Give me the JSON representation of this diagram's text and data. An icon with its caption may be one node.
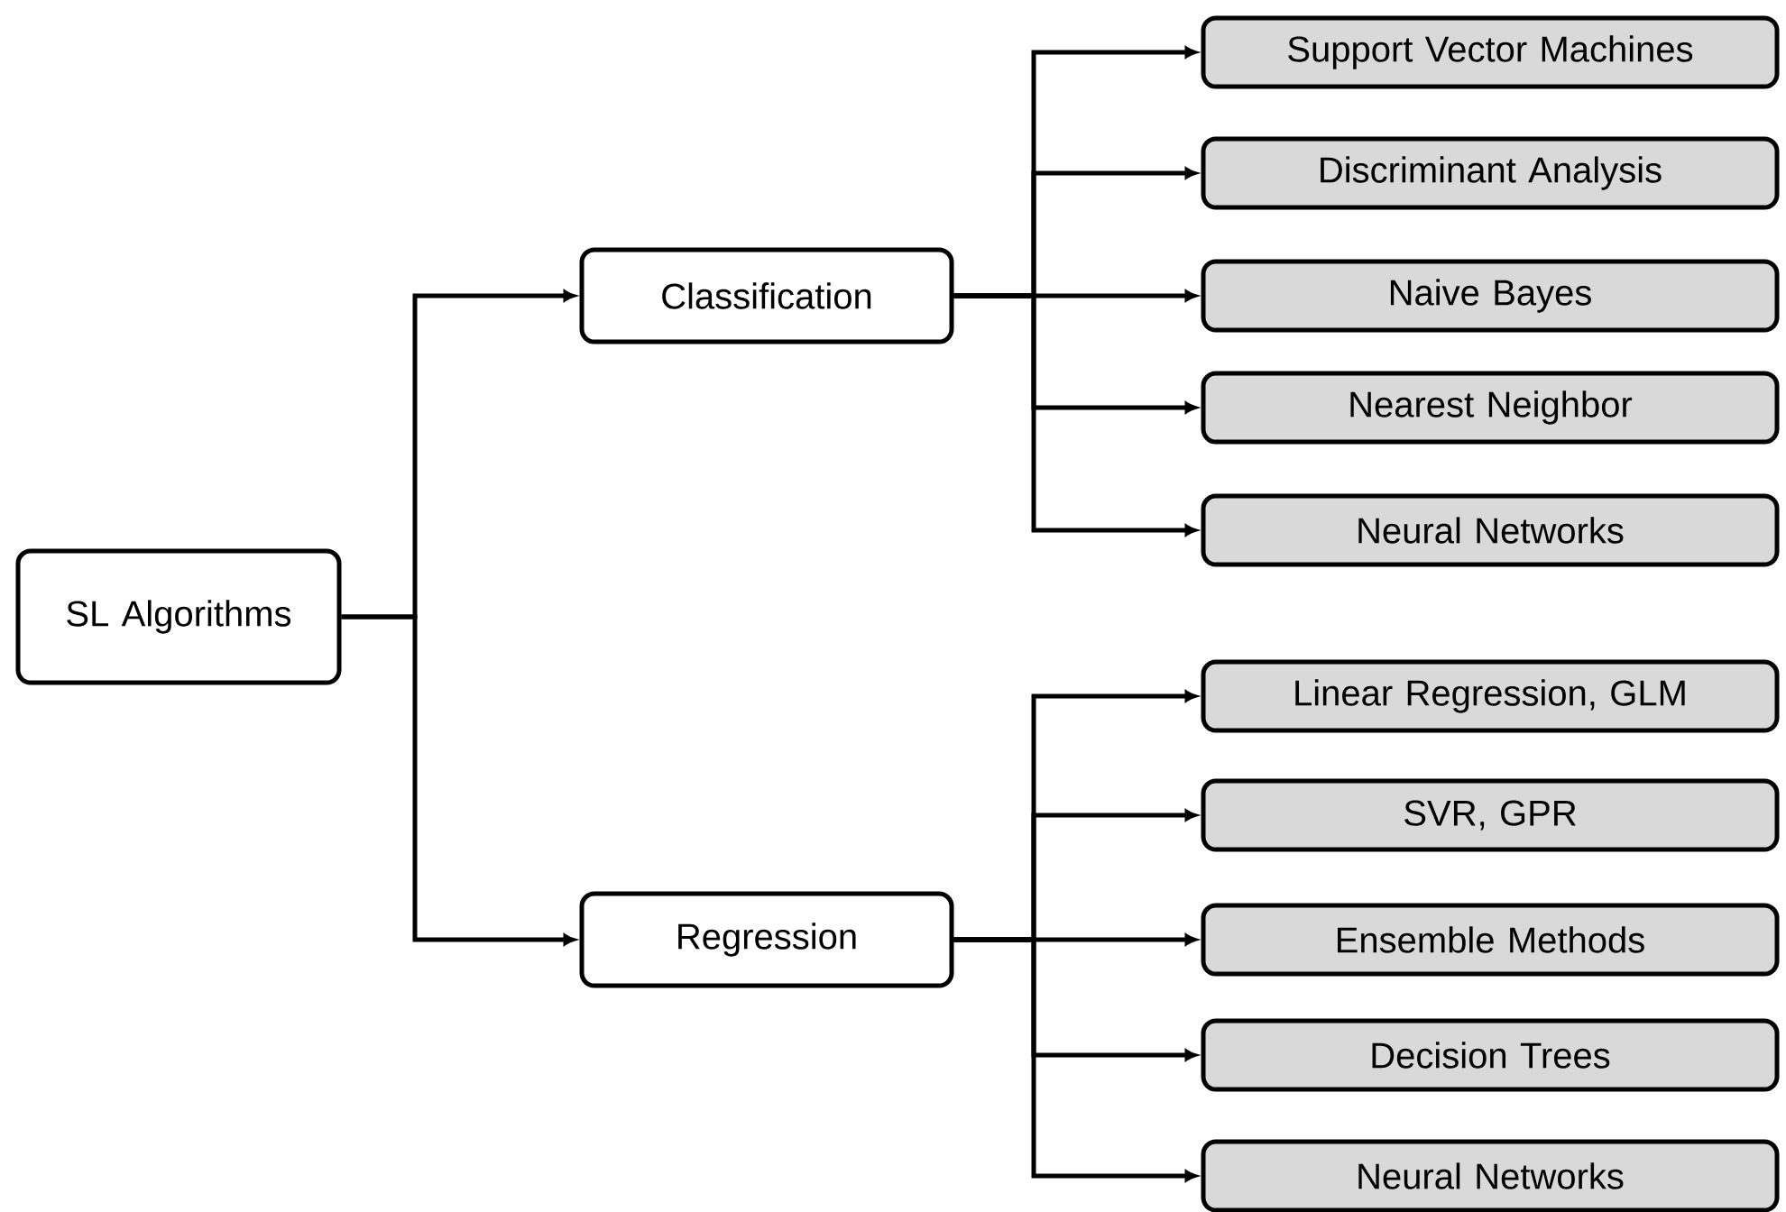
{
  "diagram": {
    "nodes": [
      {
        "text": [
          "SL Algorithms"
        ]
      },
      {
        "text": [
          "Classification"
        ]
      },
      {
        "text": [
          "Regression"
        ]
      },
      {
        "text": [
          "Support Vector Machines"
        ]
      },
      {
        "text": [
          "Discriminant Analysis"
        ]
      },
      {
        "text": [
          "Naive Bayes"
        ]
      },
      {
        "text": [
          "Nearest Neighbor"
        ]
      },
      {
        "text": [
          "Neural Networks"
        ]
      },
      {
        "text": [
          "Linear Regression, GLM"
        ]
      },
      {
        "text": [
          "SVR, GPR"
        ]
      },
      {
        "text": [
          "Ensemble Methods"
        ]
      },
      {
        "text": [
          "Decision Trees"
        ]
      },
      {
        "text": [
          "Neural Networks"
        ]
      }
    ],
    "edges": [
      {
        "from": 0,
        "to": 1,
        "arrow": "to"
      },
      {
        "from": 0,
        "to": 2,
        "arrow": "to"
      },
      {
        "from": 1,
        "to": 3,
        "arrow": "to"
      },
      {
        "from": 1,
        "to": 4,
        "arrow": "to"
      },
      {
        "from": 1,
        "to": 5,
        "arrow": "to"
      },
      {
        "from": 1,
        "to": 6,
        "arrow": "to"
      },
      {
        "from": 1,
        "to": 7,
        "arrow": "to"
      },
      {
        "from": 2,
        "to": 8,
        "arrow": "to"
      },
      {
        "from": 2,
        "to": 9,
        "arrow": "to"
      },
      {
        "from": 2,
        "to": 10,
        "arrow": "to"
      },
      {
        "from": 2,
        "to": 11,
        "arrow": "to"
      },
      {
        "from": 2,
        "to": 12,
        "arrow": "to"
      }
    ]
  }
}
